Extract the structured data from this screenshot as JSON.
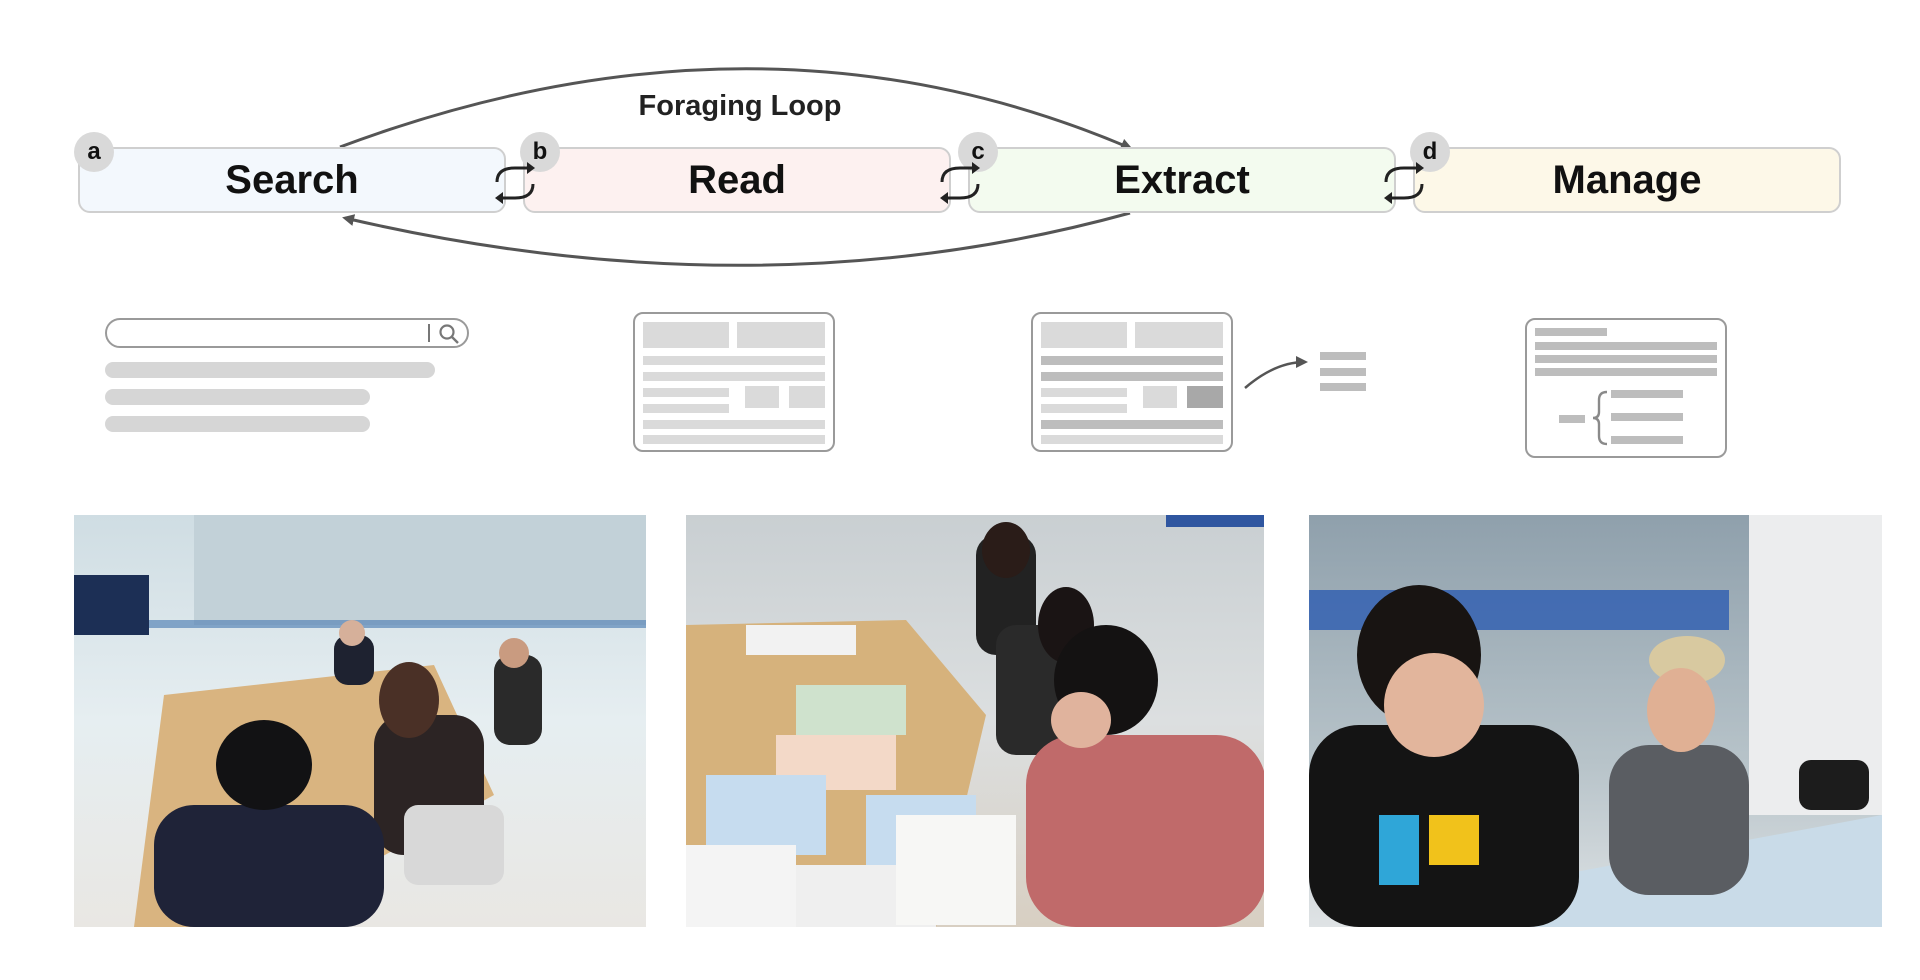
{
  "loop_label": "Foraging Loop",
  "stages": [
    {
      "badge": "a",
      "label": "Search",
      "color": "#f3f8fd"
    },
    {
      "badge": "b",
      "label": "Read",
      "color": "#fdf1f0"
    },
    {
      "badge": "c",
      "label": "Extract",
      "color": "#f3fbef"
    },
    {
      "badge": "d",
      "label": "Manage",
      "color": "#fdf8e8"
    }
  ],
  "icons": [
    "search-illustration",
    "read-document-illustration",
    "extract-document-illustration",
    "manage-document-illustration"
  ],
  "photos": [
    "workshop-photo-1",
    "workshop-photo-2",
    "workshop-photo-3"
  ]
}
